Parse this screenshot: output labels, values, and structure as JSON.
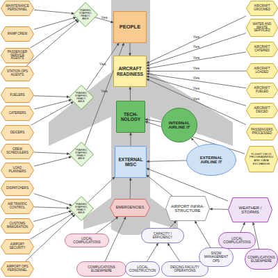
{
  "diagram": {
    "nodes": [
      {
        "text": [
          "MAINTENANCE PERSONNEL"
        ]
      },
      {
        "text": [
          "RAMP CREW"
        ]
      },
      {
        "text": [
          "PASSENGER SERVICE AGENTS"
        ]
      },
      {
        "text": [
          "STATION OPS AGENTS"
        ]
      },
      {
        "text": [
          "FUELERS"
        ]
      },
      {
        "text": [
          "CATERERS"
        ]
      },
      {
        "text": [
          "DEICERS"
        ]
      },
      {
        "text": [
          "CREW SCHEDULERS"
        ]
      },
      {
        "text": [
          "LOAD PLANNERS"
        ]
      },
      {
        "text": [
          "DISPATCHERS"
        ]
      },
      {
        "text": [
          "AIR TRAFFIC CONTROL"
        ]
      },
      {
        "text": [
          "CUSTOMS IMMIGRATION"
        ]
      },
      {
        "text": [
          "AIRPORT SECURITY"
        ]
      },
      {
        "text": [
          "AIRPORT OPS PERSONNEL"
        ]
      },
      {
        "text": [
          "TRAINED, STAFFED, READY, ABLE"
        ]
      },
      {
        "text": [
          "TRAINED, STAFFED, READY, ABLE"
        ]
      },
      {
        "text": [
          "TRAINED, STAFFED, READY, ABLE"
        ]
      },
      {
        "text": [
          "TRAINED, STAFFED, READY, ABLE"
        ]
      },
      {
        "text": [
          "PEOPLE"
        ]
      },
      {
        "text": [
          "AIRCRAFT READINESS"
        ]
      },
      {
        "text": [
          "TECH- NOLOGY"
        ]
      },
      {
        "text": [
          "EXTERNAL MISC"
        ]
      },
      {
        "text": [
          "INTERNAL AIRLINE IT"
        ]
      },
      {
        "text": [
          "EXTERNAL AIRLINE IT"
        ]
      },
      {
        "text": [
          "EMERGENCIES"
        ]
      },
      {
        "text": [
          "AIRPORT INFRA- STRUCTURE"
        ]
      },
      {
        "text": [
          "WEATHER / STORMS"
        ]
      },
      {
        "text": [
          "AIRCRAFT GROOMED"
        ]
      },
      {
        "text": [
          "WATER AND WASTE SERVICED"
        ]
      },
      {
        "text": [
          "AIRCRAFT CATERED"
        ]
      },
      {
        "text": [
          "AIRCRAFT LOADED"
        ]
      },
      {
        "text": [
          "AIRCRAFT FUELED"
        ]
      },
      {
        "text": [
          "AIRCRAFT DEICED"
        ]
      },
      {
        "text": [
          "PASSENGERS PROCESSED"
        ]
      },
      {
        "text": [
          "FLIGHT DECK PROGRAMMING AND DATA EXCHANGE"
        ]
      },
      {
        "text": [
          "LOCAL COMPLICATIONS"
        ]
      },
      {
        "text": [
          "COMPLICATIONS ELSEWHERE"
        ]
      },
      {
        "text": [
          "CAPACITY / EFFICIENCY"
        ]
      },
      {
        "text": [
          "LOCAL CONSTRUCTION"
        ]
      },
      {
        "text": [
          "DEICING FACILITY OPERATIONS"
        ]
      },
      {
        "text": [
          "SNOW MANAGEMENT OPS"
        ]
      },
      {
        "text": [
          "LOCAL COMPLICATIONS"
        ]
      },
      {
        "text": [
          "COMPLICATIONS ELSEWHERE"
        ]
      }
    ],
    "edges": [
      {
        "from": 0,
        "to": 14,
        "arrow": "to"
      },
      {
        "from": 1,
        "to": 14,
        "arrow": "to"
      },
      {
        "from": 2,
        "to": 14,
        "arrow": "to"
      },
      {
        "from": 3,
        "to": 14,
        "arrow": "to"
      },
      {
        "from": 14,
        "to": 18,
        "label": "Yes",
        "arrow": "to"
      },
      {
        "from": 4,
        "to": 15,
        "arrow": "to"
      },
      {
        "from": 5,
        "to": 15,
        "arrow": "to"
      },
      {
        "from": 6,
        "to": 15,
        "arrow": "to"
      },
      {
        "from": 15,
        "to": 18,
        "label": "Yes",
        "arrow": "to"
      },
      {
        "from": 7,
        "to": 16,
        "arrow": "to"
      },
      {
        "from": 8,
        "to": 16,
        "arrow": "to"
      },
      {
        "from": 16,
        "to": 18,
        "label": "Yes",
        "arrow": "to"
      },
      {
        "from": 9,
        "to": 17,
        "arrow": "to"
      },
      {
        "from": 10,
        "to": 17,
        "arrow": "to"
      },
      {
        "from": 11,
        "to": 17,
        "arrow": "to"
      },
      {
        "from": 12,
        "to": 17,
        "arrow": "to"
      },
      {
        "from": 13,
        "to": 17,
        "arrow": "to"
      },
      {
        "from": 17,
        "to": 21,
        "arrow": "to"
      },
      {
        "from": 18,
        "to": 19,
        "arrow": "to"
      },
      {
        "from": 27,
        "to": 19,
        "label": "Yes",
        "arrow": "to"
      },
      {
        "from": 28,
        "to": 19,
        "label": "Yes",
        "arrow": "to"
      },
      {
        "from": 29,
        "to": 19,
        "label": "Yes",
        "arrow": "to"
      },
      {
        "from": 30,
        "to": 19,
        "label": "Yes",
        "arrow": "to"
      },
      {
        "from": 31,
        "to": 19,
        "label": "Yes",
        "arrow": "to"
      },
      {
        "from": 32,
        "to": 19,
        "label": "Yes",
        "arrow": "to"
      },
      {
        "from": 33,
        "to": 19,
        "label": "Yes",
        "arrow": "to"
      },
      {
        "from": 34,
        "to": 20,
        "arrow": "to"
      },
      {
        "from": 22,
        "to": 20,
        "arrow": "to"
      },
      {
        "from": 23,
        "to": 22,
        "arrow": "to"
      },
      {
        "from": 23,
        "to": 21,
        "arrow": "to"
      },
      {
        "from": 20,
        "to": 19,
        "arrow": "to"
      },
      {
        "from": 21,
        "to": 20,
        "arrow": "to"
      },
      {
        "from": 24,
        "to": 21,
        "arrow": "to"
      },
      {
        "from": 25,
        "to": 21,
        "arrow": "to"
      },
      {
        "from": 26,
        "to": 21,
        "arrow": "to"
      },
      {
        "from": 26,
        "to": 25,
        "arrow": "to"
      },
      {
        "from": 35,
        "to": 24,
        "arrow": "to"
      },
      {
        "from": 36,
        "to": 24,
        "arrow": "to"
      },
      {
        "from": 37,
        "to": 25,
        "arrow": "to"
      },
      {
        "from": 38,
        "to": 37,
        "arrow": "to"
      },
      {
        "from": 39,
        "to": 37,
        "arrow": "to"
      },
      {
        "from": 40,
        "to": 25,
        "arrow": "to"
      },
      {
        "from": 41,
        "to": 26,
        "arrow": "to"
      },
      {
        "from": 42,
        "to": 26,
        "arrow": "to"
      }
    ]
  }
}
